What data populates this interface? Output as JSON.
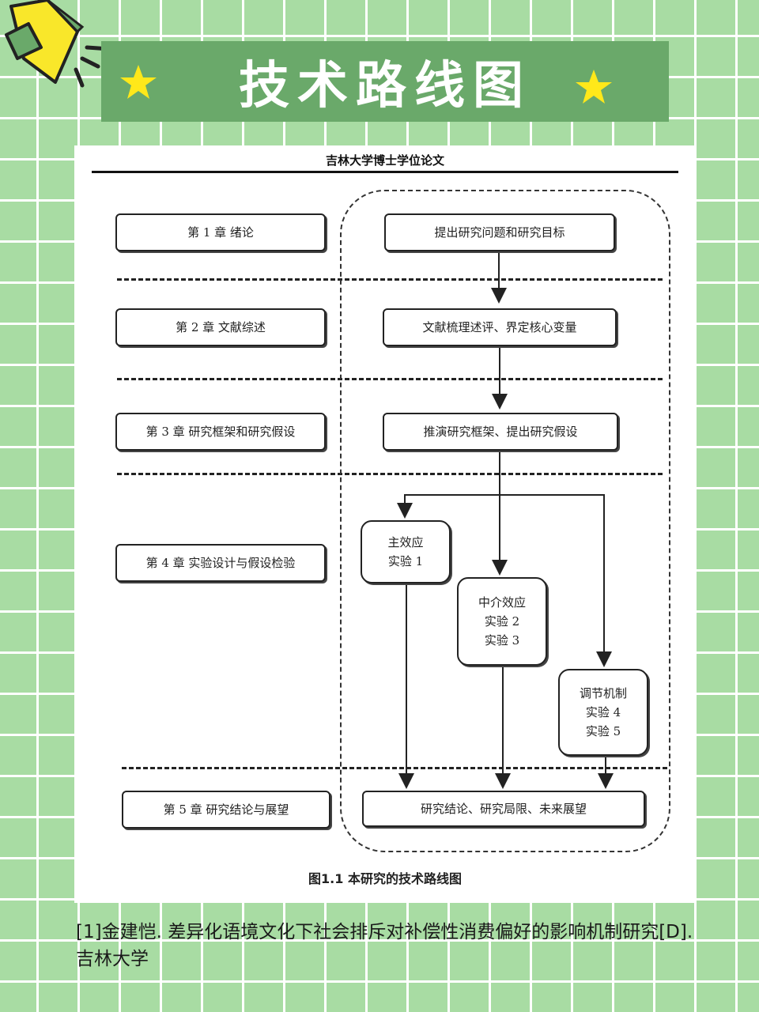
{
  "banner": {
    "title": "技术路线图"
  },
  "paper": {
    "header": "吉林大学博士学位论文",
    "caption": "图1.1  本研究的技术路线图"
  },
  "chapters": [
    "第 1 章  绪论",
    "第 2 章  文献综述",
    "第 3 章  研究框架和研究假设",
    "第 4 章  实验设计与假设检验",
    "第 5 章  研究结论与展望"
  ],
  "steps": {
    "s1": "提出研究问题和研究目标",
    "s2": "文献梳理述评、界定核心变量",
    "s3": "推演研究框架、提出研究假设",
    "main_effect": {
      "line1": "主效应",
      "line2": "实验 1"
    },
    "mediation": {
      "line1": "中介效应",
      "line2": "实验 2",
      "line3": "实验 3"
    },
    "moderation": {
      "line1": "调节机制",
      "line2": "实验 4",
      "line3": "实验 5"
    },
    "s5": "研究结论、研究局限、未来展望"
  },
  "citation": "[1]金建恺. 差异化语境文化下社会排斥对补偿性消费偏好的影响机制研究[D].吉林大学",
  "colors": {
    "background": "#a8dca3",
    "banner": "#6aa96a",
    "star": "#ffe81a",
    "megaphone": "#f9e72a"
  }
}
